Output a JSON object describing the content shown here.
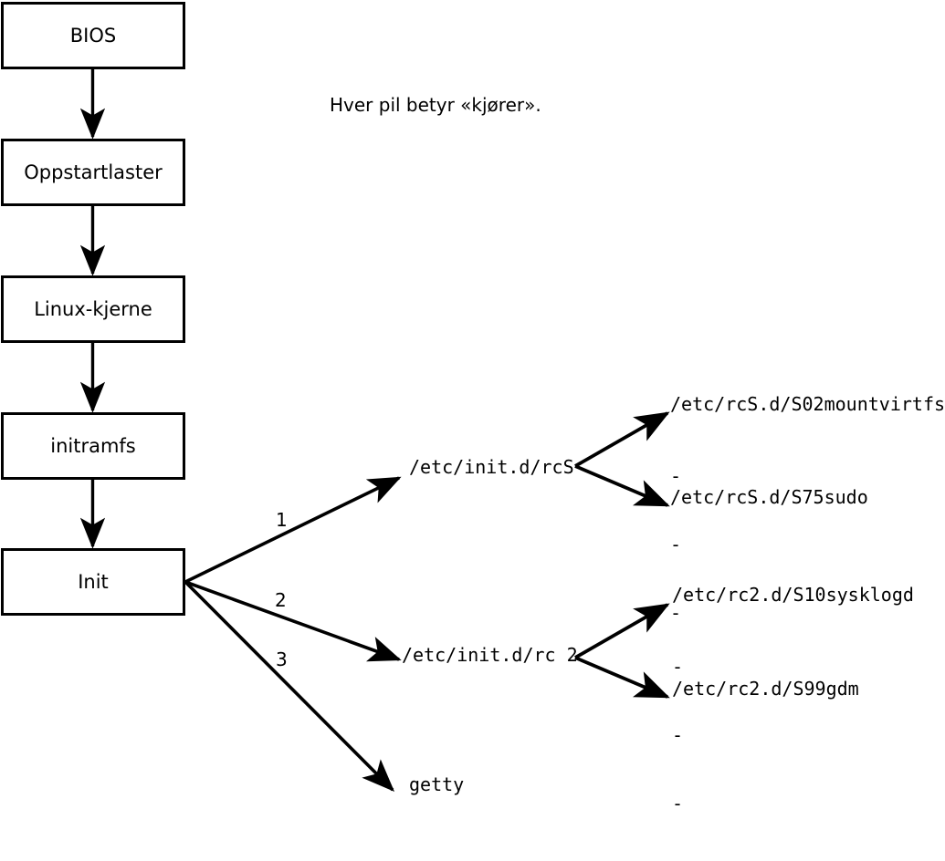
{
  "diagram": {
    "title_caption": "Hver pil betyr «kjører».",
    "boot_chain": [
      {
        "label": "BIOS"
      },
      {
        "label": "Oppstartlaster"
      },
      {
        "label": "Linux-kjerne"
      },
      {
        "label": "initramfs"
      },
      {
        "label": "Init"
      }
    ],
    "init_branches": [
      {
        "number": "1",
        "target": "/etc/init.d/rcS"
      },
      {
        "number": "2",
        "target": "/etc/init.d/rc 2"
      },
      {
        "number": "3",
        "target": "getty"
      }
    ],
    "rcs_scripts": {
      "first": "/etc/rcS.d/S02mountvirtfs",
      "ellipsis": [
        "-",
        "-",
        "-"
      ],
      "last": "/etc/rcS.d/S75sudo"
    },
    "rc2_scripts": {
      "first": "/etc/rc2.d/S10sysklogd",
      "ellipsis": [
        "-",
        "-",
        "-"
      ],
      "last": "/etc/rc2.d/S99gdm"
    },
    "colors": {
      "stroke": "#000000",
      "background": "#ffffff"
    }
  }
}
